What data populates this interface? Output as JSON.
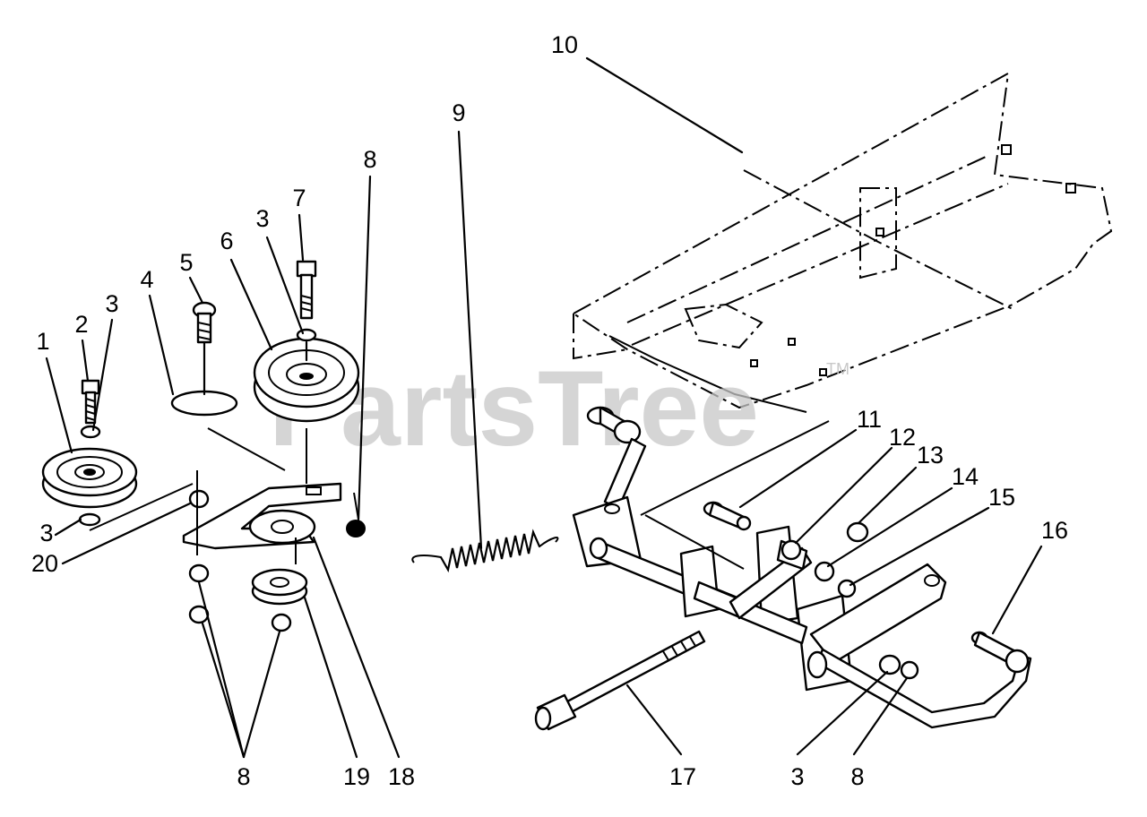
{
  "watermark": {
    "text": "PartsTree",
    "trademark": "TM"
  },
  "callouts": [
    {
      "id": "c10",
      "text": "10"
    },
    {
      "id": "c9",
      "text": "9"
    },
    {
      "id": "c8a",
      "text": "8"
    },
    {
      "id": "c7",
      "text": "7"
    },
    {
      "id": "c3a",
      "text": "3"
    },
    {
      "id": "c6",
      "text": "6"
    },
    {
      "id": "c5",
      "text": "5"
    },
    {
      "id": "c4",
      "text": "4"
    },
    {
      "id": "c3b",
      "text": "3"
    },
    {
      "id": "c2",
      "text": "2"
    },
    {
      "id": "c1",
      "text": "1"
    },
    {
      "id": "c3c",
      "text": "3"
    },
    {
      "id": "c20",
      "text": "20"
    },
    {
      "id": "c11",
      "text": "11"
    },
    {
      "id": "c12",
      "text": "12"
    },
    {
      "id": "c13",
      "text": "13"
    },
    {
      "id": "c14",
      "text": "14"
    },
    {
      "id": "c15",
      "text": "15"
    },
    {
      "id": "c16",
      "text": "16"
    },
    {
      "id": "c8b",
      "text": "8"
    },
    {
      "id": "c19",
      "text": "19"
    },
    {
      "id": "c18",
      "text": "18"
    },
    {
      "id": "c17",
      "text": "17"
    },
    {
      "id": "c3d",
      "text": "3"
    },
    {
      "id": "c8c",
      "text": "8"
    }
  ]
}
